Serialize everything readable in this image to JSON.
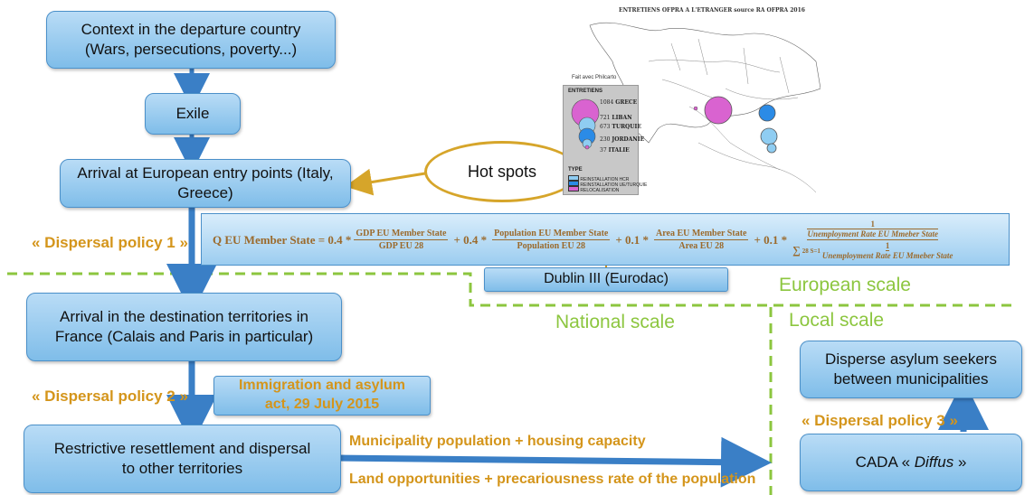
{
  "boxes": {
    "context": "Context in the departure country\n(Wars, persecutions, poverty...)",
    "exile": "Exile",
    "arrival_eu": "Arrival at European entry points (Italy,\nGreece)",
    "dublin": "Dublin III (Eurodac)",
    "arrival_dest": "Arrival in the destination territories in\nFrance (Calais and Paris in particular)",
    "immigration_act": "Immigration and asylum\nact, 29 July 2015",
    "restrictive": "Restrictive resettlement and dispersal\nto other territories",
    "disperse": "Disperse asylum seekers\nbetween municipalities",
    "cada_prefix": "CADA « ",
    "cada_italic": "Diffus",
    "cada_suffix": " »"
  },
  "hot_spots": "Hot spots",
  "policies": {
    "p1": "« Dispersal policy 1 »",
    "p2": "« Dispersal policy 2 »",
    "p3": "« Dispersal policy 3 »"
  },
  "criteria": {
    "line1": "Municipality population + housing capacity",
    "line2": "Land opportunities + precariousness rate of the population"
  },
  "scales": {
    "european": "European scale",
    "national": "National scale",
    "local": "Local scale"
  },
  "formula": {
    "lhs": "Q EU Member State = 0.4 *",
    "t1_num": "GDP EU Member State",
    "t1_den": "GDP EU 28",
    "op1": "+ 0.4 *",
    "t2_num": "Population EU Member State",
    "t2_den": "Population EU 28",
    "op2": "+ 0.1 *",
    "t3_num": "Area EU Member State",
    "t3_den": "Area EU 28",
    "op3": "+ 0.1 *",
    "t4_one": "1",
    "t4_rate": "Unemployment Rate EU Mmeber State",
    "t4_sum": "∑",
    "t4_sum_lim": "28 S=1",
    "t4_inner_one": "1",
    "t4_inner_rate": "Unemployment Rate EU Mmeber State"
  },
  "map": {
    "title": "ENTRETIENS OFPRA A L'ETRANGER source RA OFPRA 2016",
    "credit": "Fait avec Philcarto",
    "legend_title": "ENTRETIENS",
    "items": [
      {
        "value": "1084",
        "label": "GRECE"
      },
      {
        "value": "721",
        "label": "LIBAN"
      },
      {
        "value": "673",
        "label": "TURQUIE"
      },
      {
        "value": "230",
        "label": "JORDANIE"
      },
      {
        "value": "37",
        "label": "ITALIE"
      }
    ],
    "type_title": "TYPE",
    "types": [
      "REINSTALLATION HCR",
      "REINSTALLATION UE/TURQUIE",
      "RELOCALISATION"
    ],
    "colors": {
      "pink": "#d963d0",
      "blue": "#2b8be6",
      "light_blue": "#8fcdf2"
    }
  },
  "colors": {
    "box_border": "#4b90c9",
    "arrow": "#3a7fc6",
    "orange": "#d4951b",
    "green": "#8cc63f",
    "ellipse": "#d6a52a"
  }
}
